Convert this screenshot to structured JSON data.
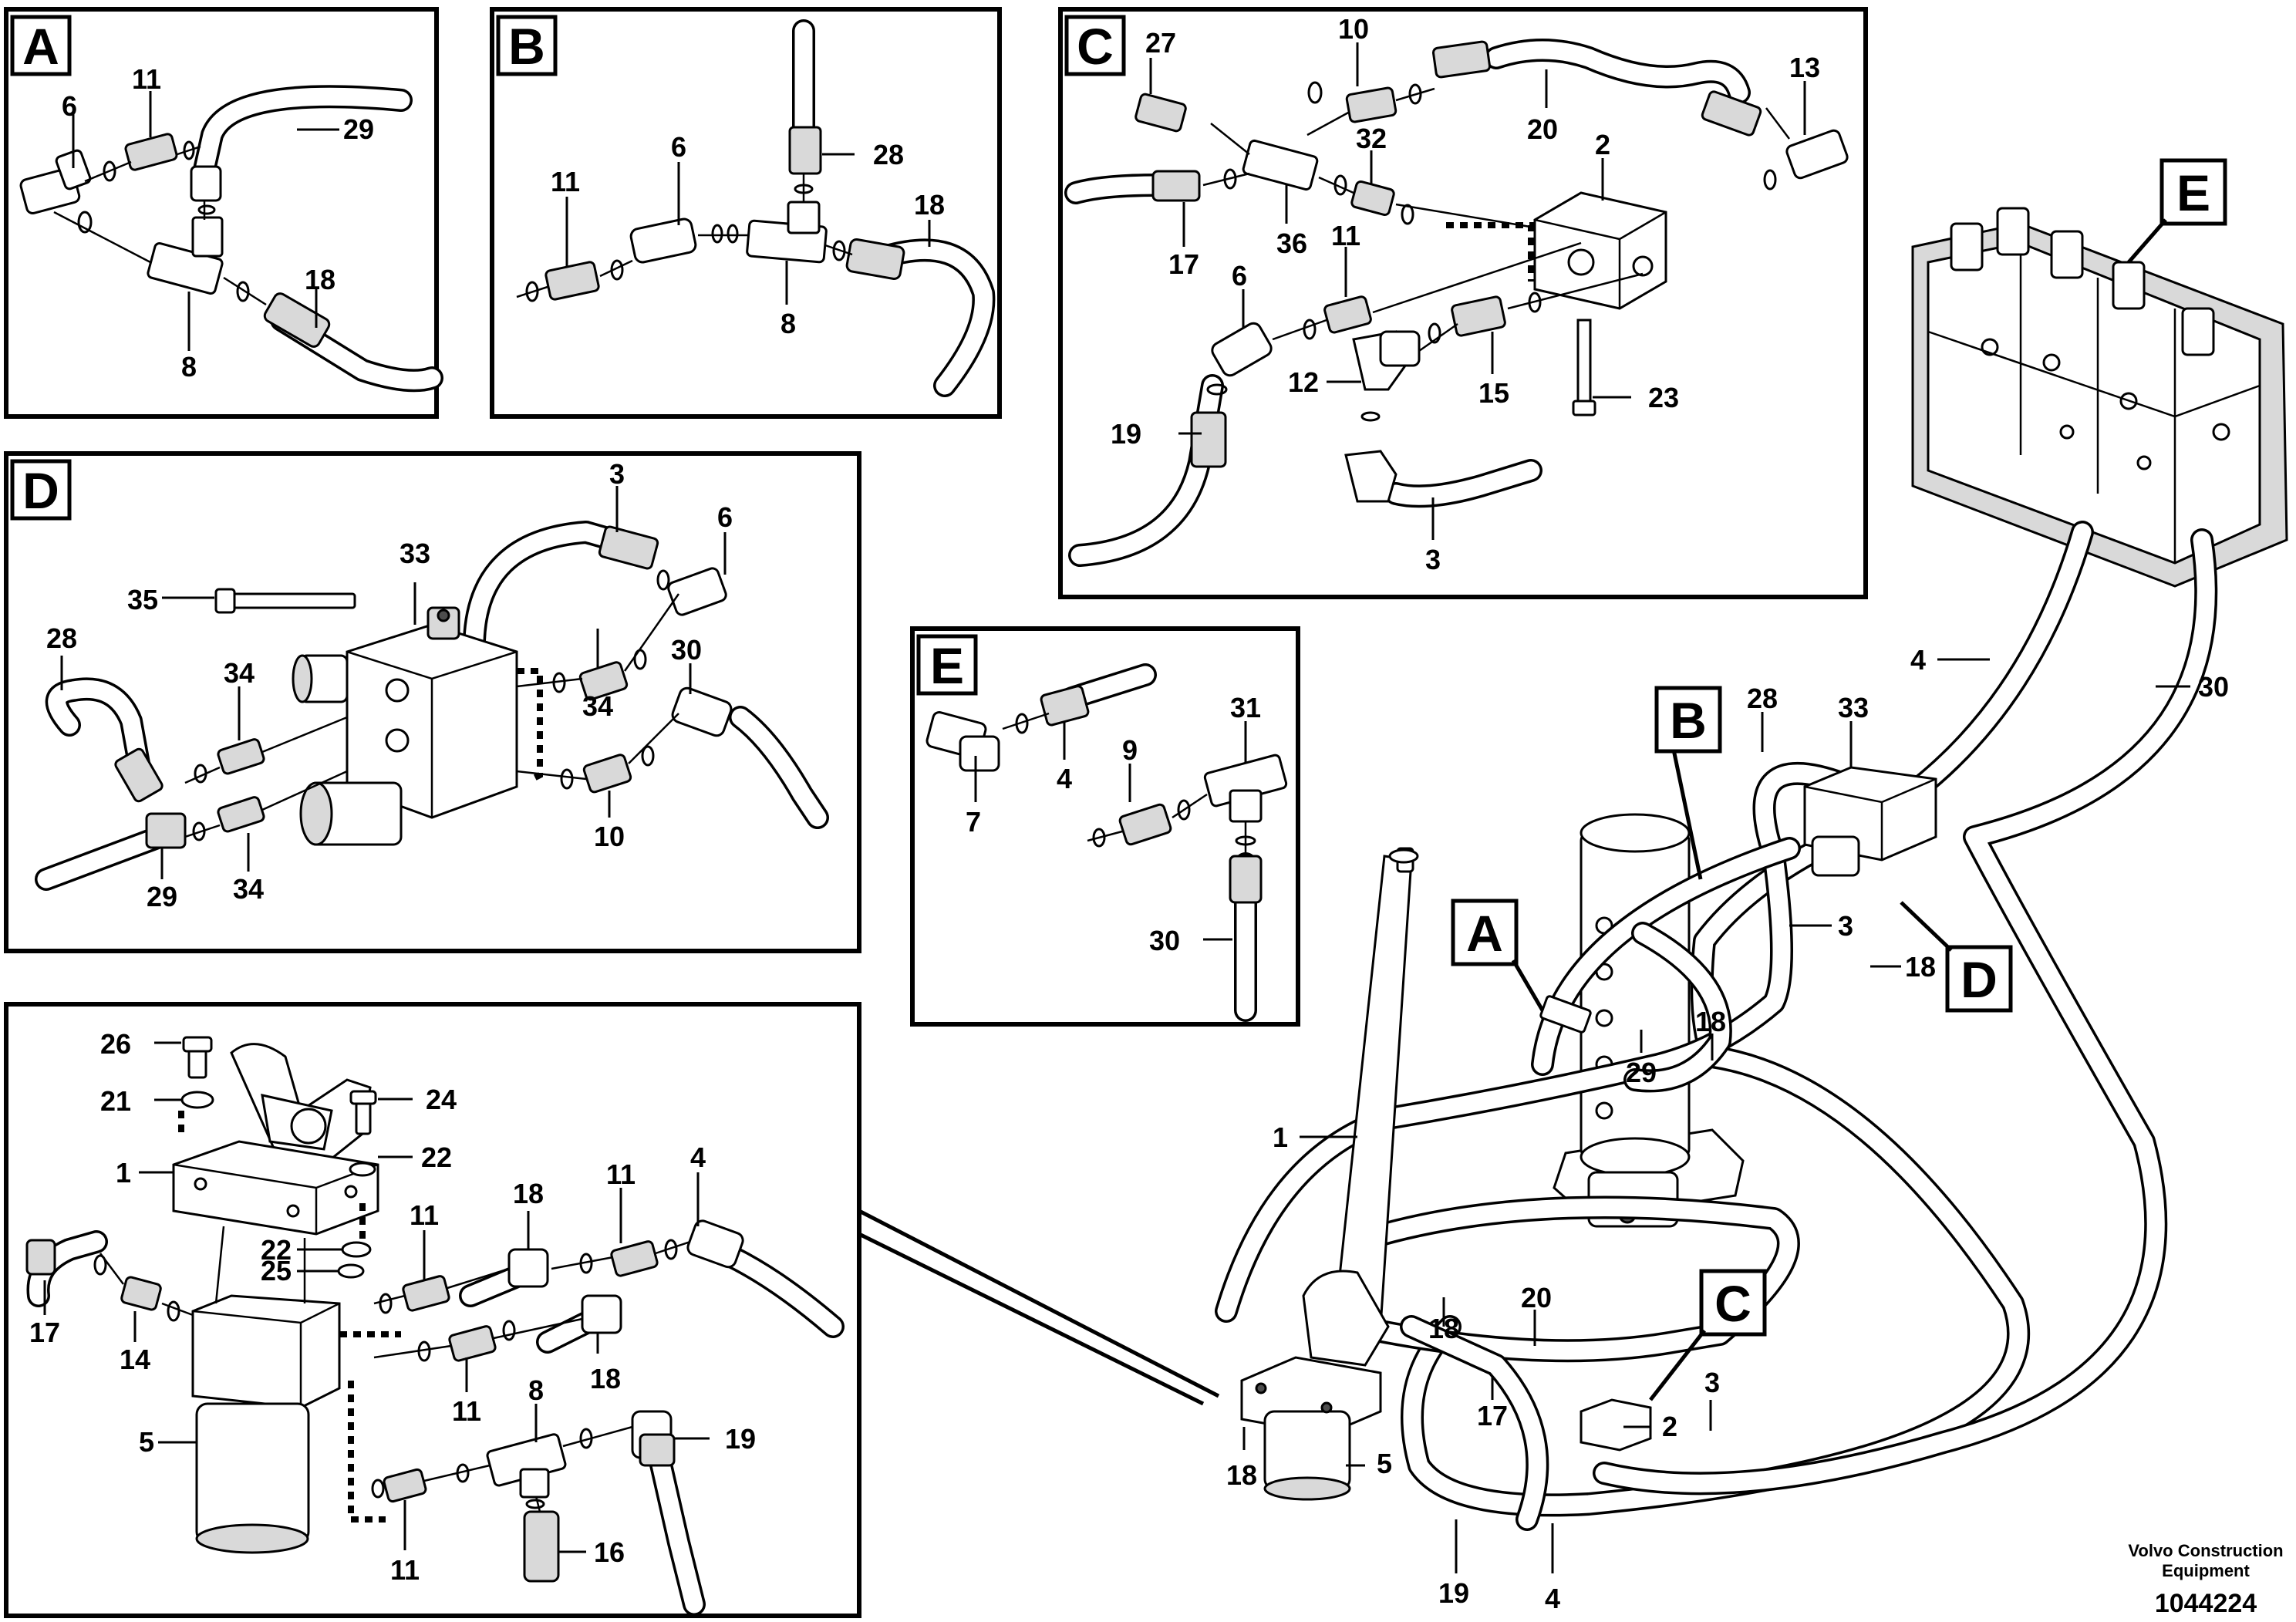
{
  "detail_views": {
    "A": {
      "label": "A",
      "parts": [
        "6",
        "11",
        "29",
        "8",
        "18"
      ]
    },
    "B": {
      "label": "B",
      "parts": [
        "11",
        "6",
        "28",
        "18",
        "8"
      ]
    },
    "C": {
      "label": "C",
      "parts": [
        "27",
        "10",
        "13",
        "20",
        "2",
        "32",
        "17",
        "36",
        "11",
        "6",
        "12",
        "15",
        "23",
        "19",
        "3"
      ]
    },
    "D": {
      "label": "D",
      "parts": [
        "3",
        "6",
        "33",
        "35",
        "28",
        "34",
        "34",
        "30",
        "29",
        "34",
        "10"
      ]
    },
    "E": {
      "label": "E",
      "parts": [
        "7",
        "4",
        "9",
        "31",
        "30"
      ]
    },
    "steering": {
      "parts": [
        "26",
        "21",
        "24",
        "1",
        "22",
        "22",
        "25",
        "18",
        "11",
        "11",
        "4",
        "17",
        "14",
        "18",
        "11",
        "8",
        "19",
        "5",
        "11",
        "16"
      ]
    }
  },
  "overview": {
    "callouts": [
      "E",
      "B",
      "A",
      "D",
      "C"
    ],
    "parts": [
      "4",
      "30",
      "28",
      "33",
      "3",
      "18",
      "29",
      "18",
      "1",
      "18",
      "20",
      "17",
      "2",
      "3",
      "18",
      "5",
      "19",
      "4"
    ]
  },
  "footer": {
    "brand_line1": "Volvo Construction",
    "brand_line2": "Equipment",
    "doc_number": "1044224"
  }
}
